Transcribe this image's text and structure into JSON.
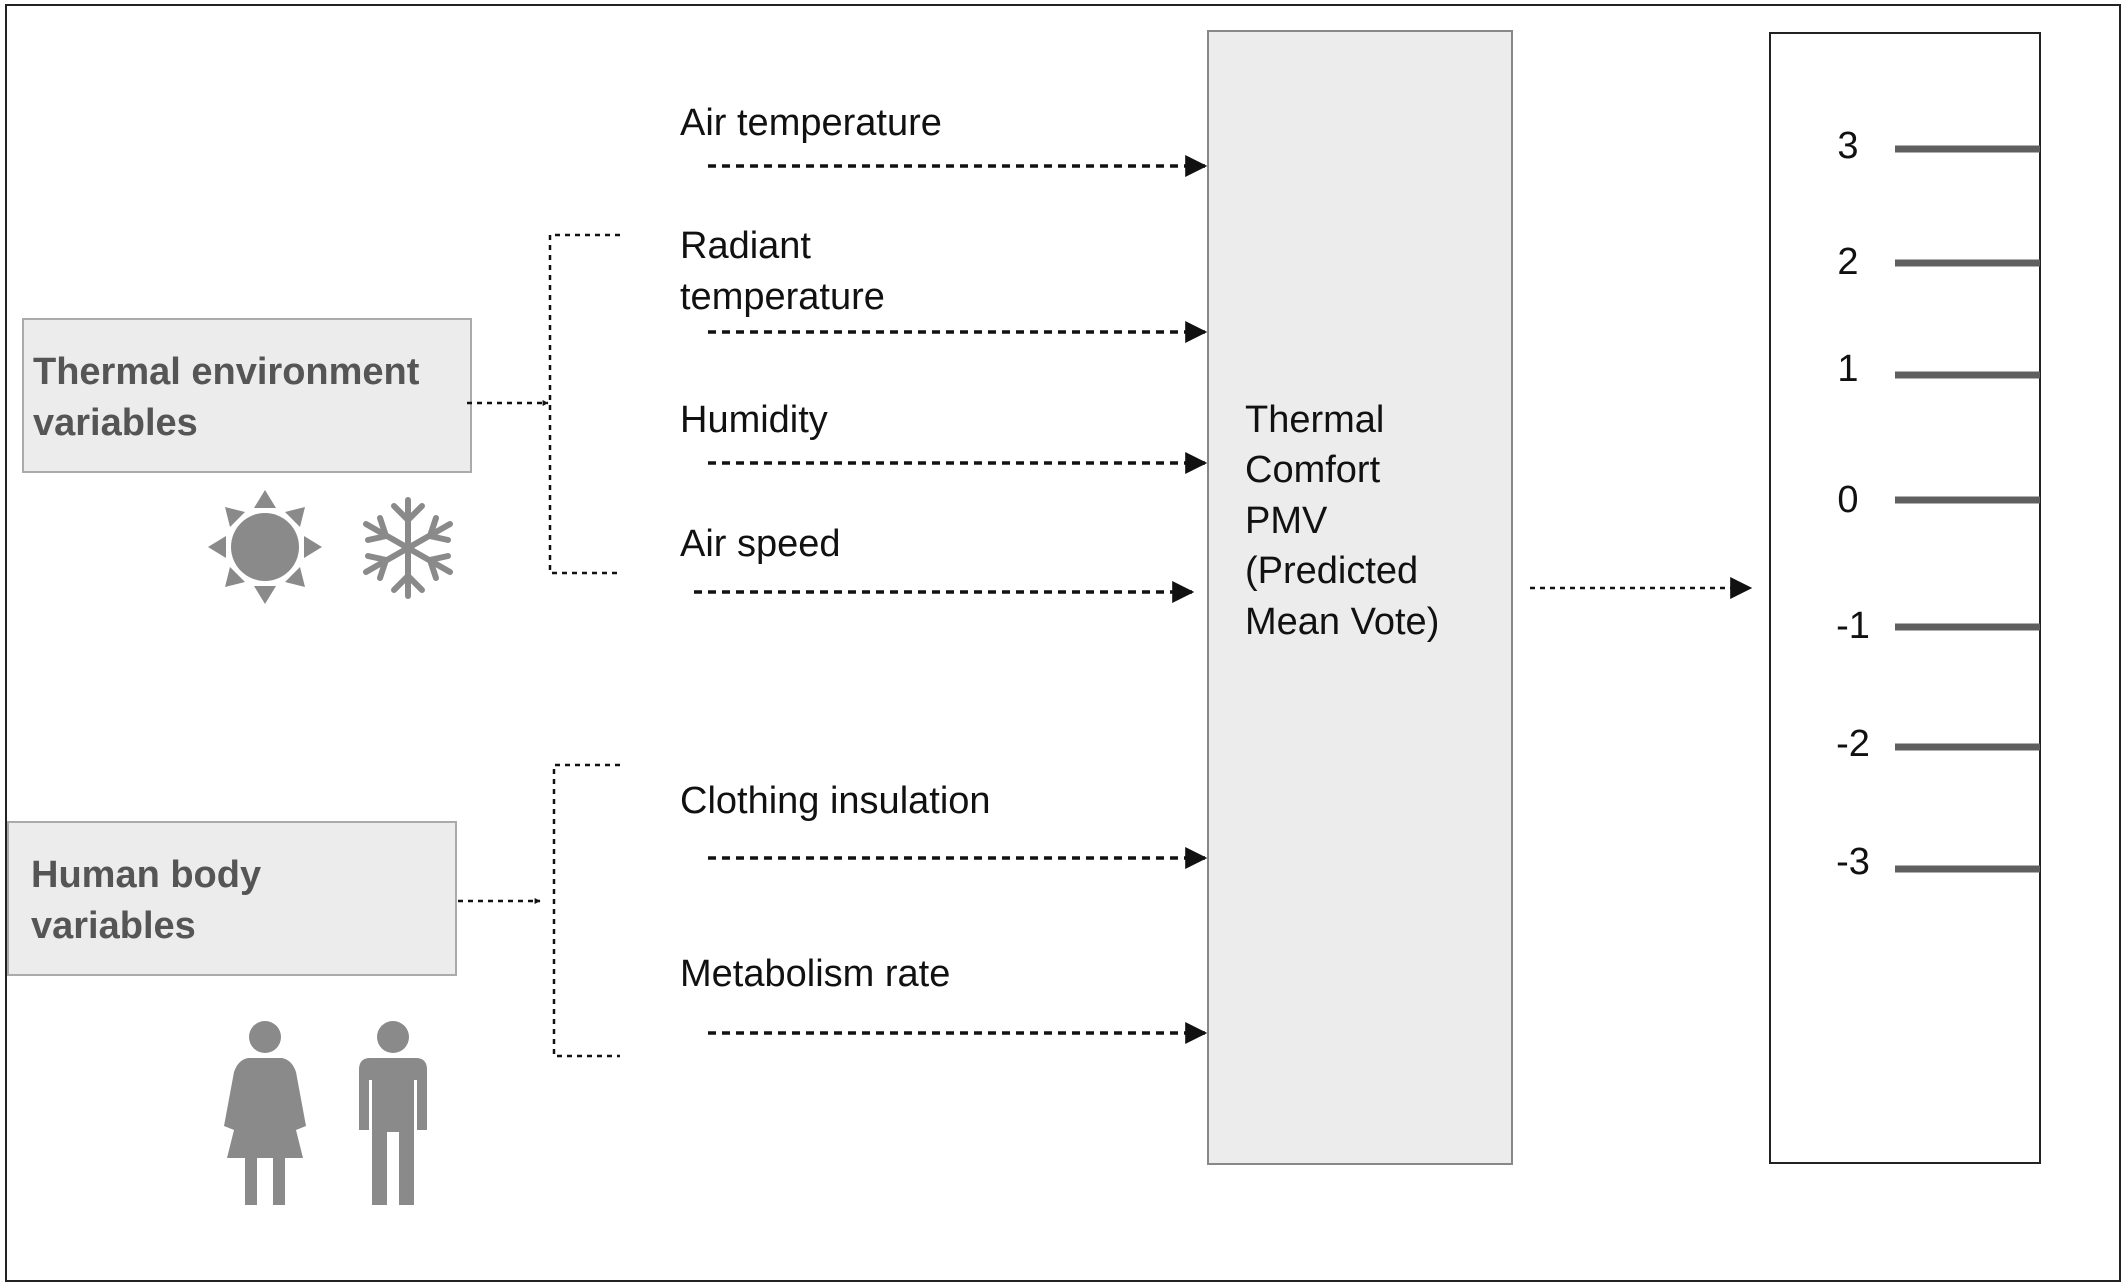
{
  "groups": {
    "thermal_environment": {
      "line1": "Thermal environment",
      "line2": "variables",
      "icons": [
        "sun-icon",
        "snowflake-icon"
      ]
    },
    "human_body": {
      "line1": "Human body",
      "line2": "variables",
      "icons": [
        "woman-icon",
        "man-icon"
      ]
    }
  },
  "inputs": {
    "air_temperature": "Air temperature",
    "radiant_temperature_1": "Radiant",
    "radiant_temperature_2": "temperature",
    "humidity": "Humidity",
    "air_speed": "Air speed",
    "clothing_insulation": "Clothing insulation",
    "metabolism_rate": "Metabolism rate"
  },
  "model": {
    "lines": [
      "Thermal",
      "Comfort",
      "PMV",
      "(Predicted",
      "Mean Vote)"
    ]
  },
  "scale": {
    "values": [
      "3",
      "2",
      "1",
      "0",
      "-1",
      "-2",
      "-3"
    ]
  },
  "colors": {
    "box_fill": "#ececec",
    "box_border": "#aaaaaa",
    "tick": "#5f5f5f",
    "icon": "#8a8a8a"
  }
}
